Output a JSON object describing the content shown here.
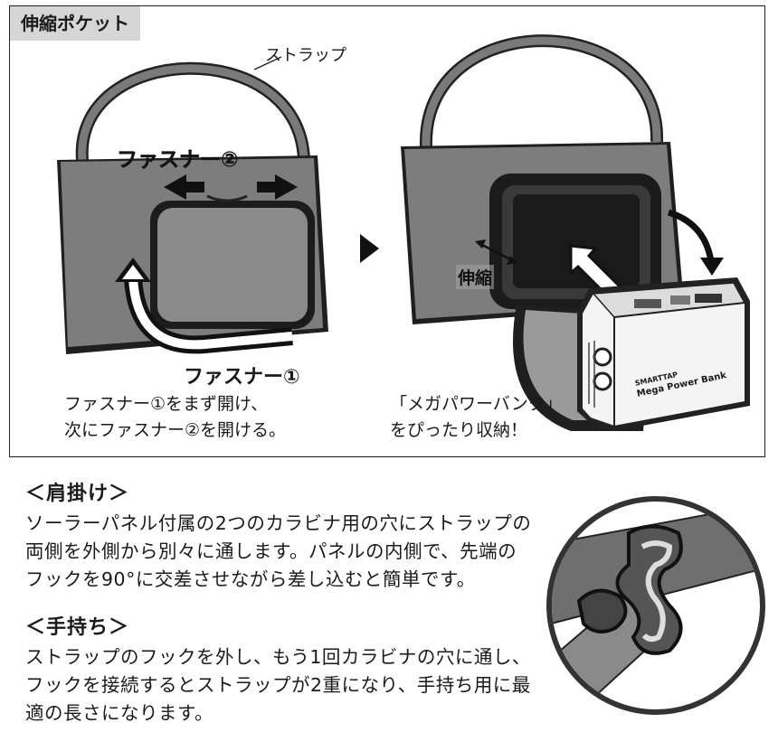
{
  "panel": {
    "tag": "伸縮ポケット",
    "strap_label": "ストラップ",
    "zipper2_label": "ファスナー②",
    "zipper1_label": "ファスナー①",
    "stretch_label": "伸縮",
    "left_caption": [
      "ファスナー①をまず開け、",
      "次にファスナー②を開ける。"
    ],
    "right_caption": [
      "「メガパワーバンク」",
      "をぴったり収納！"
    ],
    "device_brand": "SMARTTAP",
    "device_model": "Mega Power Bank"
  },
  "shoulder": {
    "heading": "＜肩掛け＞",
    "body": "ソーラーパネル付属の2つのカラビナ用の穴にストラップの両側を外側から別々に通します。パネルの内側で、先端のフックを90°に交差させながら差し込むと簡単です。"
  },
  "handheld": {
    "heading": "＜手持ち＞",
    "body": "ストラップのフックを外し、もう1回カラビナの穴に通し、フックを接続するとストラップが2重になり、手持ち用に最適の長さになります。"
  }
}
